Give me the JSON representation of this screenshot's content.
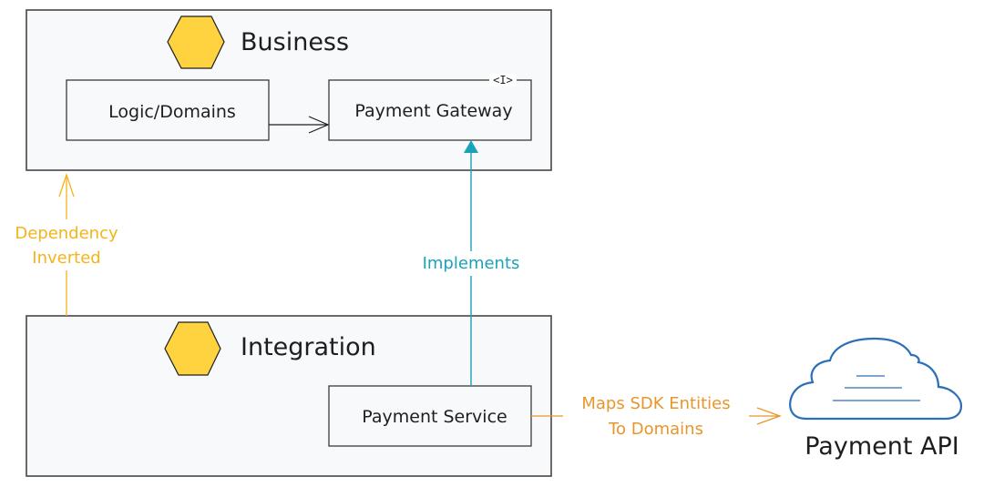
{
  "colors": {
    "layer_fill": "#f8f9fa",
    "layer_stroke": "#3a3a3a",
    "hexagon_fill": "#ffd23f",
    "node_stroke": "#3a3a3a",
    "implements": "#1aa3b8",
    "dependency": "#f4b41a",
    "maps": "#e8962a",
    "cloud": "#2a6fb8"
  },
  "layers": {
    "business": {
      "title": "Business",
      "icon": "hexagon-icon"
    },
    "integration": {
      "title": "Integration",
      "icon": "hexagon-icon"
    }
  },
  "nodes": {
    "logic_domains": {
      "label": "Logic/Domains"
    },
    "payment_gateway": {
      "label": "Payment Gateway",
      "tag": "<I>"
    },
    "payment_service": {
      "label": "Payment Service"
    }
  },
  "edges": {
    "uses": {
      "from": "Logic/Domains",
      "to": "Payment Gateway",
      "label": ""
    },
    "implements": {
      "from": "Payment Service",
      "to": "Payment Gateway",
      "label": "Implements"
    },
    "dependency": {
      "from": "Integration",
      "to": "Business",
      "line1": "Dependency",
      "line2": "Inverted"
    },
    "maps": {
      "from": "Payment Service",
      "to": "Payment API",
      "line1": "Maps SDK Entities",
      "line2": "To Domains"
    }
  },
  "external": {
    "payment_api": {
      "label": "Payment API",
      "icon": "cloud-icon"
    }
  }
}
